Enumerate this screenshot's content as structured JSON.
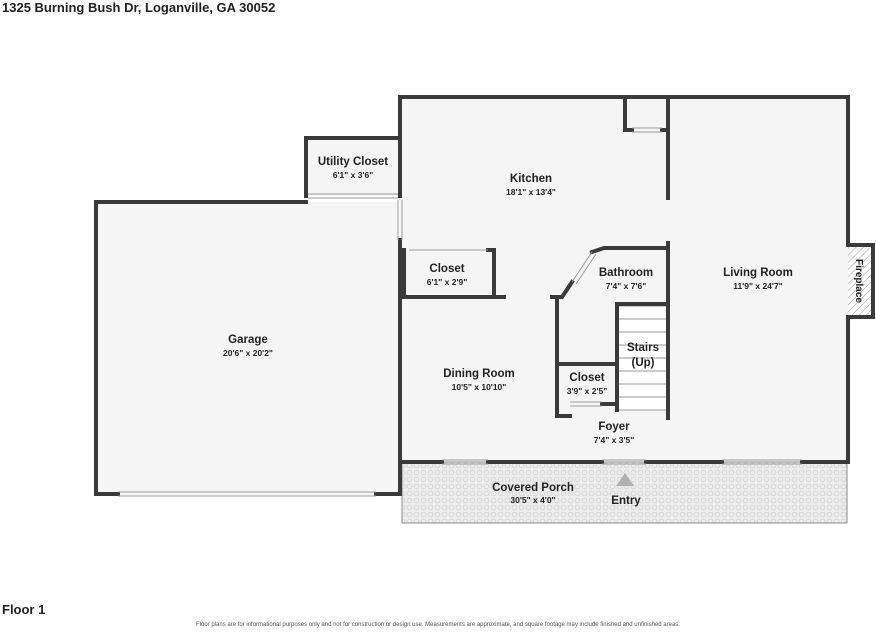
{
  "header": {
    "address": "1325 Burning Bush Dr, Loganville, GA 30052"
  },
  "footer": {
    "floor_label": "Floor 1",
    "disclaimer": "Floor plans are for informational purposes only and not for construction or design use. Measurements are approximate, and square footage may include finished and unfinished areas."
  },
  "rooms": {
    "utility_closet": {
      "name": "Utility Closet",
      "dims": "6'1\" x 3'6\""
    },
    "kitchen": {
      "name": "Kitchen",
      "dims": "18'1\" x 13'4\""
    },
    "closet_kitchen": {
      "name": "Closet",
      "dims": "6'1\" x 2'9\""
    },
    "bathroom": {
      "name": "Bathroom",
      "dims": "7'4\" x 7'6\""
    },
    "living_room": {
      "name": "Living Room",
      "dims": "11'9\" x 24'7\""
    },
    "fireplace": {
      "name": "Fireplace"
    },
    "garage": {
      "name": "Garage",
      "dims": "20'6\" x 20'2\""
    },
    "stairs": {
      "name": "Stairs",
      "direction": "(Up)"
    },
    "dining_room": {
      "name": "Dining Room",
      "dims": "10'5\" x 10'10\""
    },
    "closet_foyer": {
      "name": "Closet",
      "dims": "3'9\" x 2'5\""
    },
    "foyer": {
      "name": "Foyer",
      "dims": "7'4\" x 3'5\""
    },
    "covered_porch": {
      "name": "Covered Porch",
      "dims": "30'5\" x 4'0\""
    },
    "entry": {
      "name": "Entry"
    }
  },
  "colors": {
    "wall": "#3a3a3a",
    "floor": "#f5f5f5",
    "porch": "#ededed",
    "entry_marker": "#b0b0b0"
  }
}
